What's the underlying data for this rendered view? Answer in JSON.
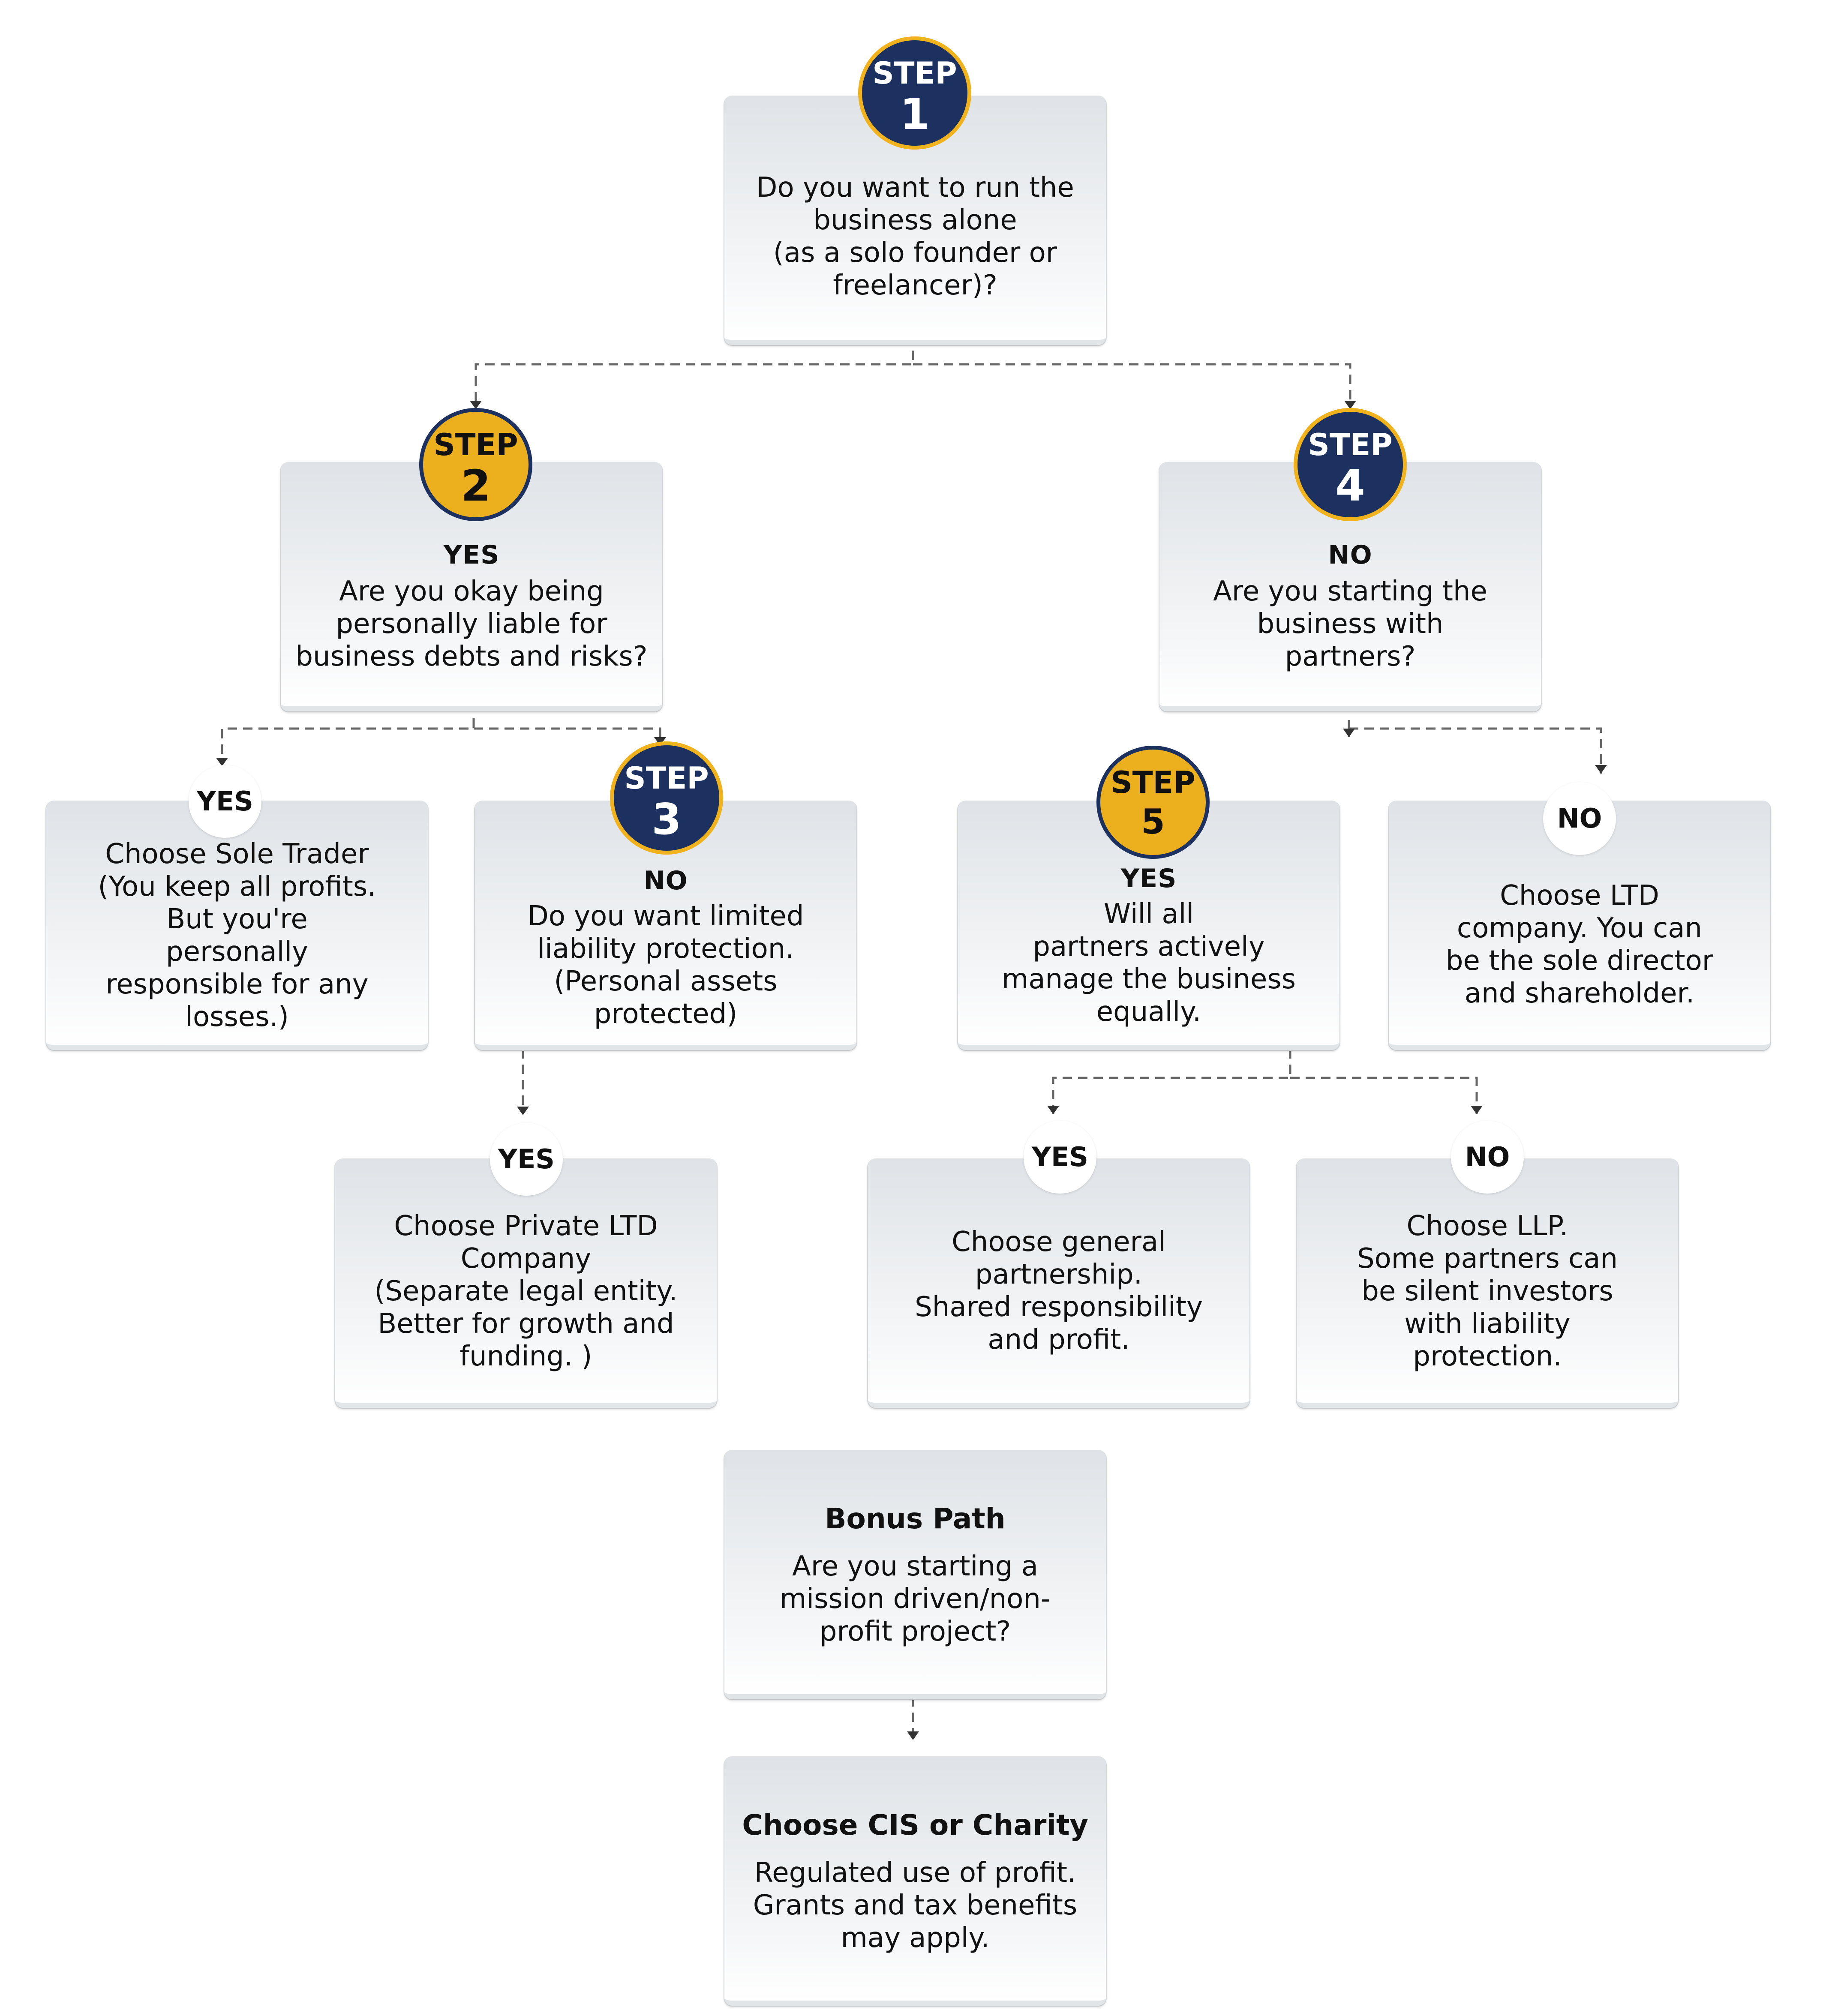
{
  "steps": {
    "step1": {
      "word": "STEP",
      "num": "1",
      "question": "Do you want to run the\nbusiness alone\n(as a solo founder or\nfreelancer)?"
    },
    "step2": {
      "word": "STEP",
      "num": "2",
      "answer": "YES",
      "question": "Are you okay being\npersonally liable for\nbusiness debts and risks?"
    },
    "step3": {
      "word": "STEP",
      "num": "3",
      "answer": "NO",
      "question": "Do you want limited\nliability protection.\n(Personal assets\nprotected)"
    },
    "step4": {
      "word": "STEP",
      "num": "4",
      "answer": "NO",
      "question": "Are you starting the\nbusiness with\npartners?"
    },
    "step5": {
      "word": "STEP",
      "num": "5",
      "answer": "YES",
      "question": "Will all\npartners actively\nmanage the business\nequally."
    }
  },
  "outcomes": {
    "sole_trader": {
      "answer": "YES",
      "text": "Choose Sole Trader\n(You keep all profits.\nBut you're\npersonally\nresponsible for any\nlosses.)"
    },
    "private_ltd": {
      "answer": "YES",
      "text": "Choose Private LTD\nCompany\n(Separate legal entity.\nBetter for growth and\nfunding. )"
    },
    "ltd_company": {
      "answer": "NO",
      "text": "Choose LTD\ncompany. You can\nbe the sole director\nand shareholder."
    },
    "general_partnership": {
      "answer": "YES",
      "text": "Choose general\npartnership.\nShared responsibility\nand profit."
    },
    "llp": {
      "answer": "NO",
      "text": "Choose LLP.\nSome partners can\nbe silent investors\nwith liability\nprotection."
    }
  },
  "bonus": {
    "title": "Bonus Path",
    "question": "Are you starting a\nmission driven/non-\nprofit project?"
  },
  "charity": {
    "title": "Choose CIS or Charity",
    "text": "Regulated use of profit.\nGrants and tax benefits\nmay apply."
  },
  "colors": {
    "navy": "#1c315f",
    "gold": "#ecb01e",
    "box_top": "#dfe3e7",
    "box_bottom": "#f7f8f9",
    "connector": "#666666"
  }
}
